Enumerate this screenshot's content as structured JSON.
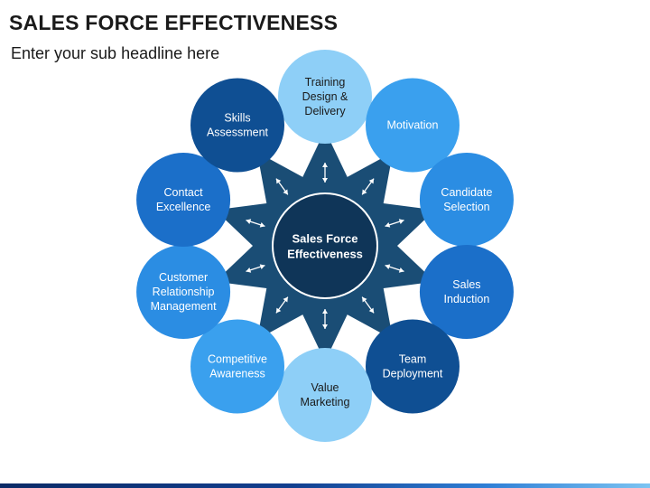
{
  "title": "SALES FORCE EFFECTIVENESS",
  "subtitle": "Enter your sub headline here",
  "hub": {
    "lines": [
      "Sales Force",
      "Effectiveness"
    ]
  },
  "nodes": [
    {
      "lines": [
        "Training",
        "Design &",
        "Delivery"
      ],
      "color": "#8ecff7",
      "dark_text": true
    },
    {
      "lines": [
        "Motivation"
      ],
      "color": "#3aa0ee",
      "dark_text": false
    },
    {
      "lines": [
        "Candidate",
        "Selection"
      ],
      "color": "#2b8de3",
      "dark_text": false
    },
    {
      "lines": [
        "Sales",
        "Induction"
      ],
      "color": "#1b6fc9",
      "dark_text": false
    },
    {
      "lines": [
        "Team",
        "Deployment"
      ],
      "color": "#0f4f93",
      "dark_text": false
    },
    {
      "lines": [
        "Value",
        "Marketing"
      ],
      "color": "#8ecff7",
      "dark_text": true
    },
    {
      "lines": [
        "Competitive",
        "Awareness"
      ],
      "color": "#3aa0ee",
      "dark_text": false
    },
    {
      "lines": [
        "Customer",
        "Relationship",
        "Management"
      ],
      "color": "#2b8de3",
      "dark_text": false
    },
    {
      "lines": [
        "Contact",
        "Excellence"
      ],
      "color": "#1b6fc9",
      "dark_text": false
    },
    {
      "lines": [
        "Skills",
        "Assessment"
      ],
      "color": "#0f4f93",
      "dark_text": false
    }
  ],
  "colors": {
    "star": "#1a4d75",
    "hub_fill": "#0f3558",
    "hub_stroke": "#ffffff",
    "arrow": "#ffffff"
  }
}
